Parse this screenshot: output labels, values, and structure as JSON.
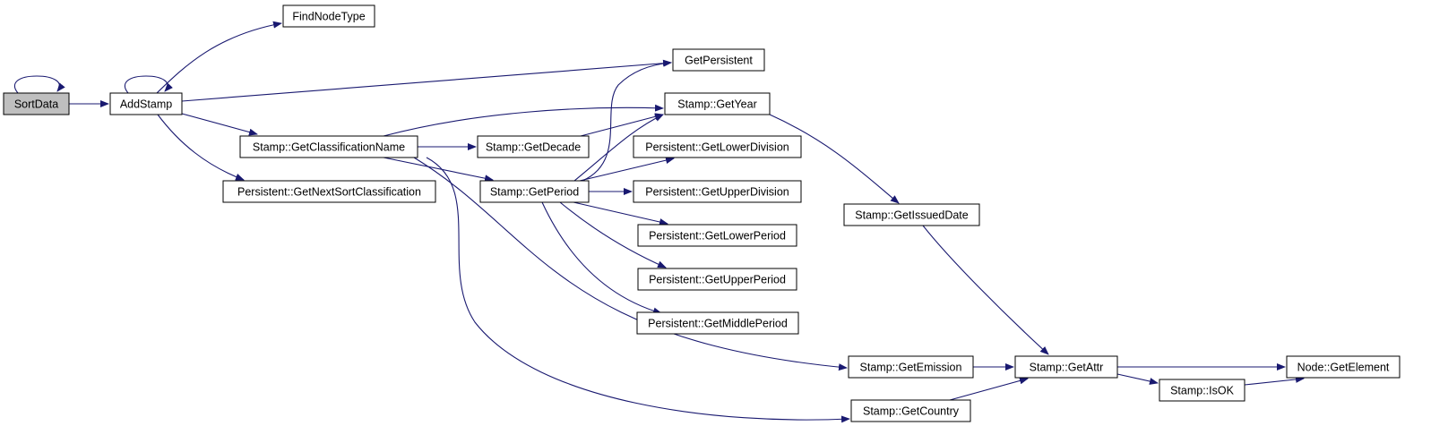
{
  "diagram": {
    "type": "call-graph",
    "edge_color": "#191970",
    "root_fill": "#bfbfbf",
    "node_fill": "#ffffff",
    "nodes": [
      {
        "id": "sort_data",
        "label": "SortData",
        "root": true
      },
      {
        "id": "add_stamp",
        "label": "AddStamp"
      },
      {
        "id": "find_node_type",
        "label": "FindNodeType"
      },
      {
        "id": "get_persistent",
        "label": "GetPersistent"
      },
      {
        "id": "get_year",
        "label": "Stamp::GetYear"
      },
      {
        "id": "get_classification_name",
        "label": "Stamp::GetClassificationName"
      },
      {
        "id": "get_decade",
        "label": "Stamp::GetDecade"
      },
      {
        "id": "get_next_sort_classification",
        "label": "Persistent::GetNextSortClassification"
      },
      {
        "id": "get_period",
        "label": "Stamp::GetPeriod"
      },
      {
        "id": "get_lower_division",
        "label": "Persistent::GetLowerDivision"
      },
      {
        "id": "get_upper_division",
        "label": "Persistent::GetUpperDivision"
      },
      {
        "id": "get_issued_date",
        "label": "Stamp::GetIssuedDate"
      },
      {
        "id": "get_lower_period",
        "label": "Persistent::GetLowerPeriod"
      },
      {
        "id": "get_upper_period",
        "label": "Persistent::GetUpperPeriod"
      },
      {
        "id": "get_middle_period",
        "label": "Persistent::GetMiddlePeriod"
      },
      {
        "id": "get_emission",
        "label": "Stamp::GetEmission"
      },
      {
        "id": "get_attr",
        "label": "Stamp::GetAttr"
      },
      {
        "id": "get_element",
        "label": "Node::GetElement"
      },
      {
        "id": "is_ok",
        "label": "Stamp::IsOK"
      },
      {
        "id": "get_country",
        "label": "Stamp::GetCountry"
      }
    ],
    "edges": [
      {
        "from": "sort_data",
        "to": "sort_data"
      },
      {
        "from": "sort_data",
        "to": "add_stamp"
      },
      {
        "from": "add_stamp",
        "to": "add_stamp"
      },
      {
        "from": "add_stamp",
        "to": "find_node_type"
      },
      {
        "from": "add_stamp",
        "to": "get_persistent"
      },
      {
        "from": "add_stamp",
        "to": "get_classification_name"
      },
      {
        "from": "add_stamp",
        "to": "get_next_sort_classification"
      },
      {
        "from": "get_classification_name",
        "to": "get_year"
      },
      {
        "from": "get_classification_name",
        "to": "get_decade"
      },
      {
        "from": "get_classification_name",
        "to": "get_period"
      },
      {
        "from": "get_classification_name",
        "to": "get_emission"
      },
      {
        "from": "get_classification_name",
        "to": "get_country"
      },
      {
        "from": "get_decade",
        "to": "get_year"
      },
      {
        "from": "get_period",
        "to": "get_persistent"
      },
      {
        "from": "get_period",
        "to": "get_year"
      },
      {
        "from": "get_period",
        "to": "get_lower_division"
      },
      {
        "from": "get_period",
        "to": "get_upper_division"
      },
      {
        "from": "get_period",
        "to": "get_lower_period"
      },
      {
        "from": "get_period",
        "to": "get_upper_period"
      },
      {
        "from": "get_period",
        "to": "get_middle_period"
      },
      {
        "from": "get_year",
        "to": "get_issued_date"
      },
      {
        "from": "get_issued_date",
        "to": "get_attr"
      },
      {
        "from": "get_emission",
        "to": "get_attr"
      },
      {
        "from": "get_country",
        "to": "get_attr"
      },
      {
        "from": "get_attr",
        "to": "get_element"
      },
      {
        "from": "get_attr",
        "to": "is_ok"
      },
      {
        "from": "is_ok",
        "to": "get_element"
      }
    ]
  }
}
